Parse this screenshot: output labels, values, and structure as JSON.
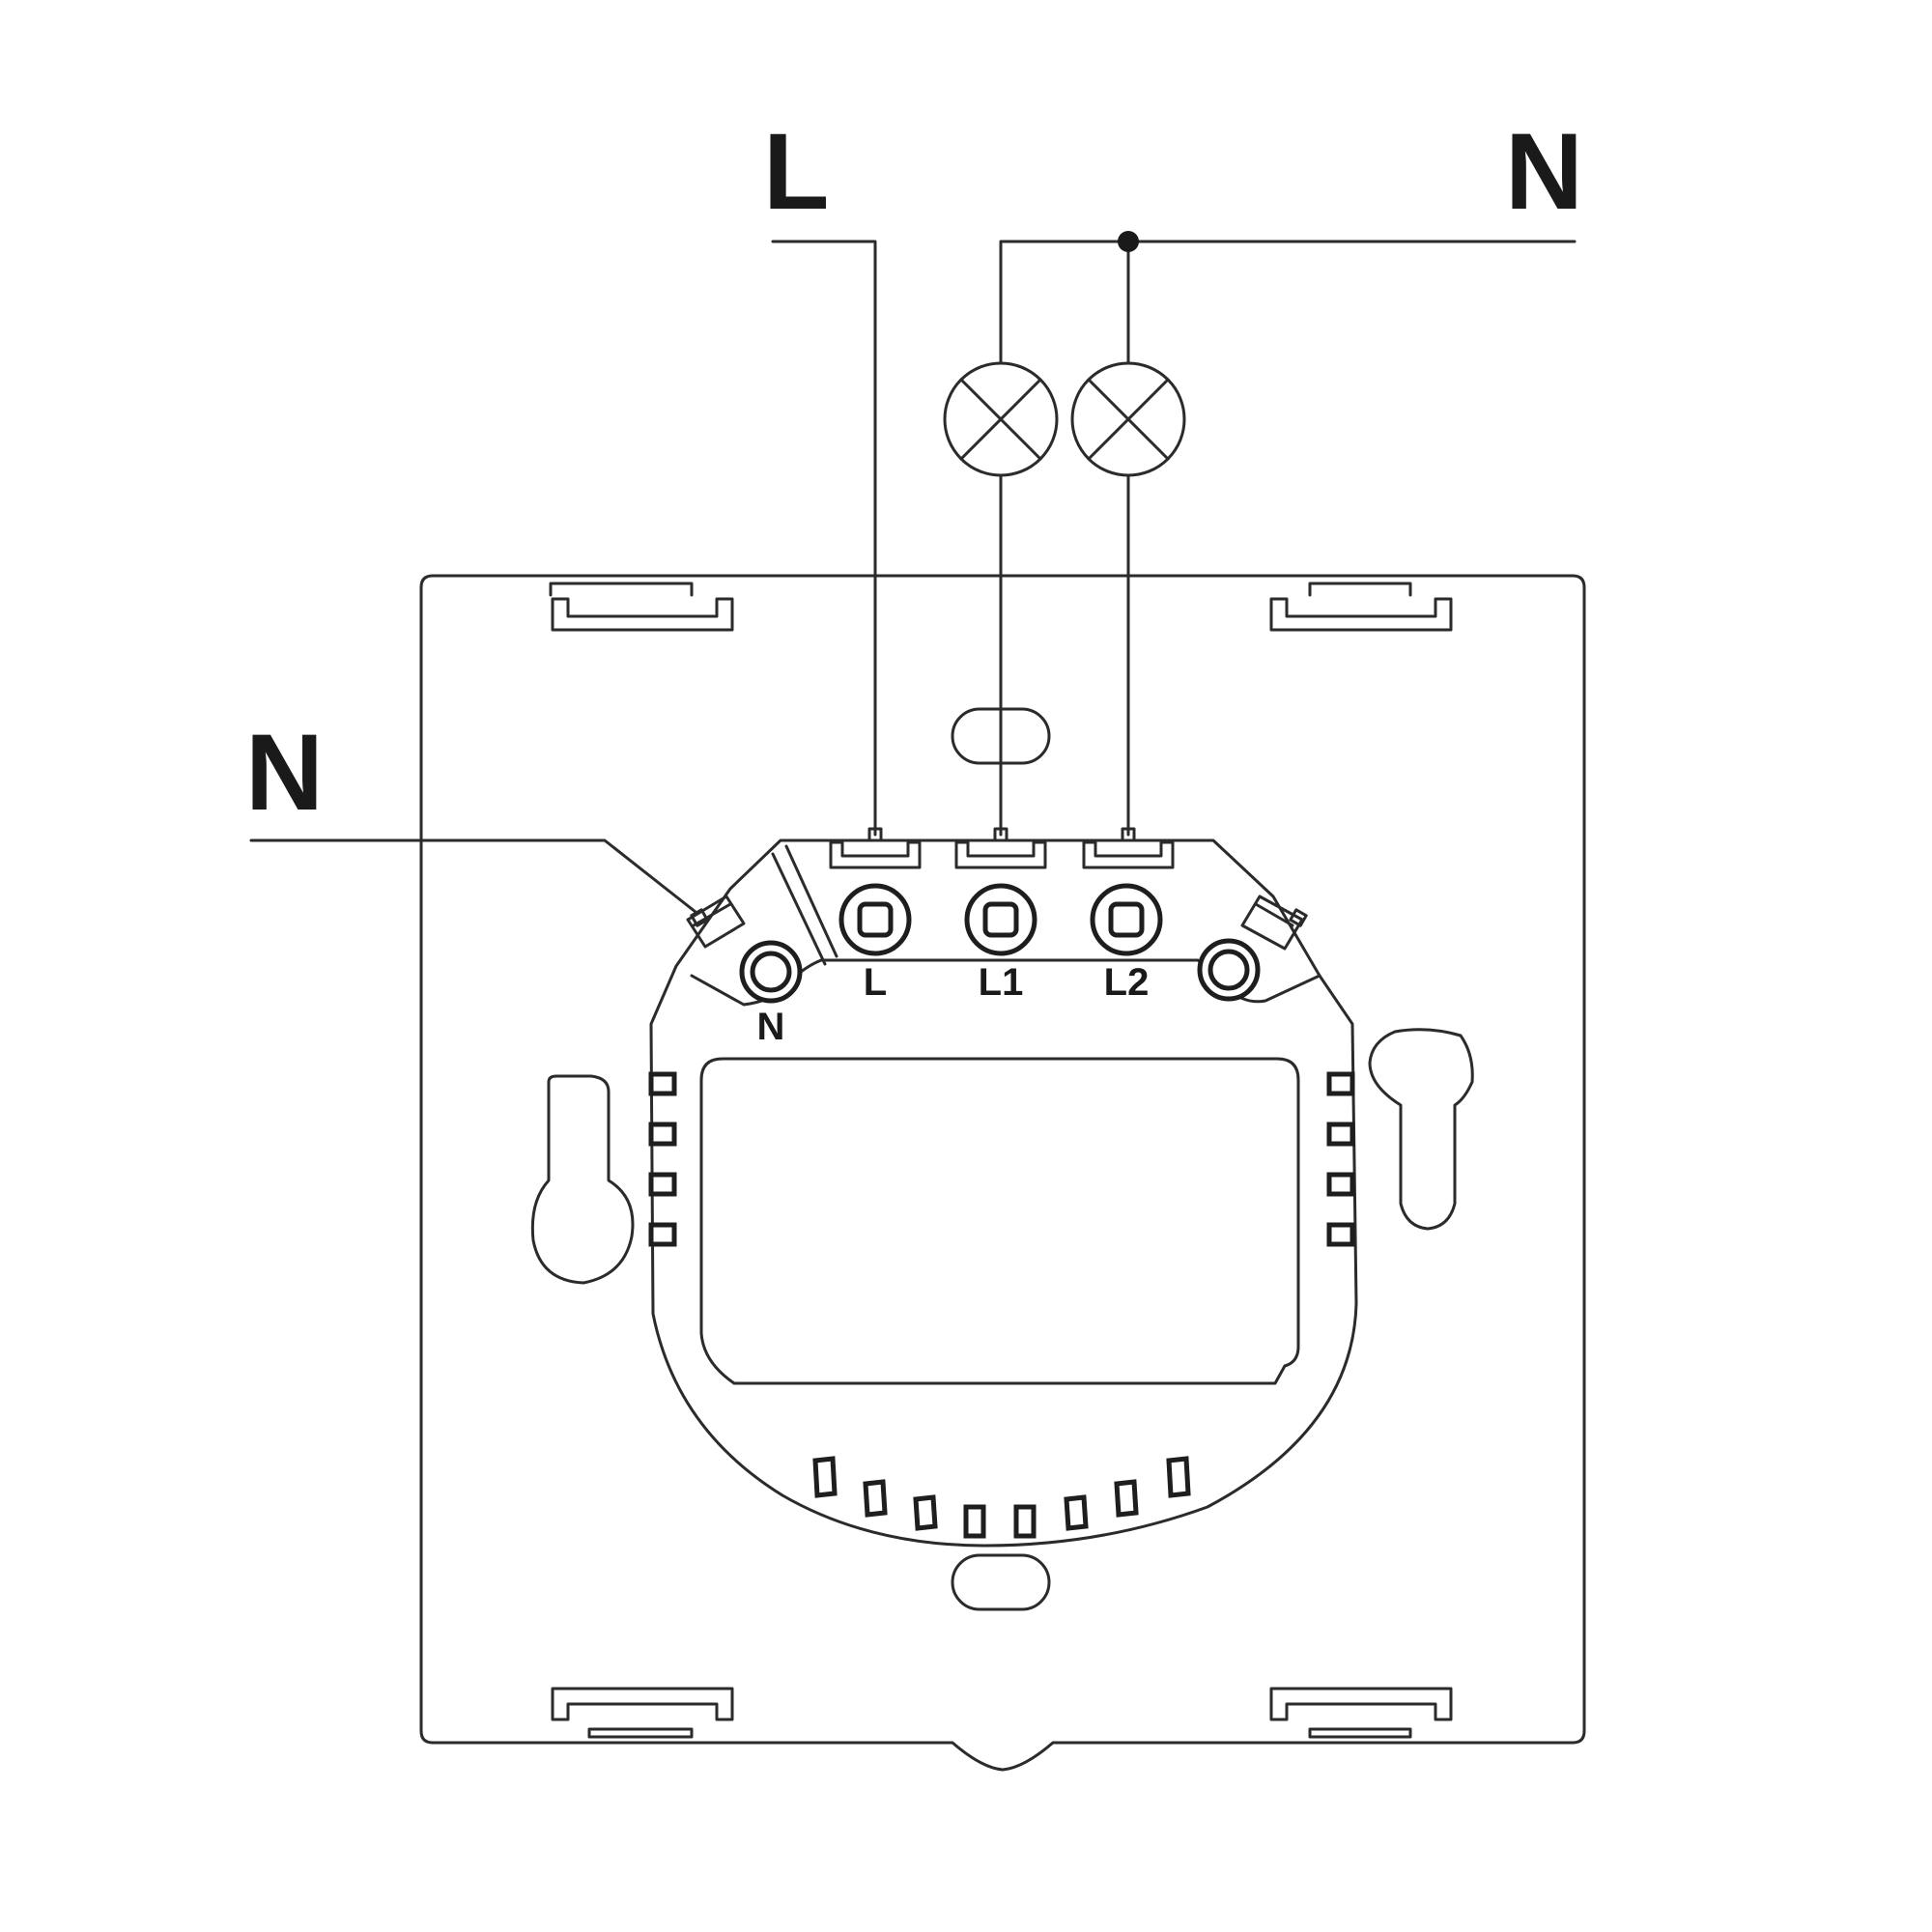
{
  "wire_labels": {
    "live": "L",
    "neutral_top": "N",
    "neutral_side": "N"
  },
  "terminal_labels": {
    "neutral": "N",
    "live": "L",
    "load1": "L1",
    "load2": "L2"
  },
  "lamps": [
    {
      "name": "lamp-1-icon"
    },
    {
      "name": "lamp-2-icon"
    }
  ],
  "colors": {
    "line": "#2b2b2b",
    "background": "#ffffff"
  }
}
